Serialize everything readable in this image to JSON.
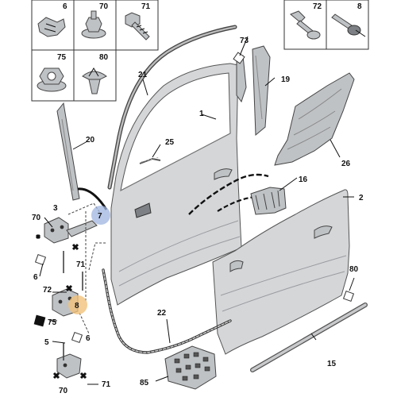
{
  "fastener_grid_left": {
    "cells": [
      {
        "number": "6",
        "icon": "spring-clip-icon"
      },
      {
        "number": "70",
        "icon": "hex-flange-bolt-icon"
      },
      {
        "number": "71",
        "icon": "hex-bolt-icon"
      },
      {
        "number": "75",
        "icon": "flange-nut-icon"
      },
      {
        "number": "80",
        "icon": "push-rivet-icon"
      }
    ]
  },
  "fastener_grid_right": {
    "cells": [
      {
        "number": "72",
        "icon": "torx-screw-icon"
      },
      {
        "number": "8",
        "icon": "blind-rivet-icon"
      }
    ]
  },
  "callouts": {
    "front_door_shell": "1",
    "rear_door_shell": "2",
    "check_strap": "3",
    "spring_clip": "6",
    "wiring_grommet": "7",
    "upper_hinge": "8",
    "pillar_trim": "19",
    "a_pillar_seal": "20",
    "window_frame_seal": "21",
    "weatherstrip_lower": "22",
    "inner_wiring": "25",
    "water_shield": "26",
    "clip": "72",
    "door_handle_bracket": "16",
    "outer_moulding": "15",
    "clip_strip": "85",
    "lower_hinge_bolt": "5",
    "hinge_bolt": "70",
    "hinge_bolt_2": "71",
    "hinge_nut": "75",
    "rivet": "80",
    "upper_trim": "73"
  },
  "labels": {
    "l1": "1",
    "l2": "2",
    "l3": "3",
    "l5": "5",
    "l6a": "6",
    "l6b": "6",
    "l7": "7",
    "l8": "8",
    "l15": "15",
    "l16": "16",
    "l19": "19",
    "l20": "20",
    "l21": "21",
    "l22": "22",
    "l25": "25",
    "l26": "26",
    "l70a": "70",
    "l70b": "70",
    "l71a": "71",
    "l71b": "71",
    "l72": "72",
    "l73": "73",
    "l75": "75",
    "l80": "80",
    "l85": "85"
  }
}
